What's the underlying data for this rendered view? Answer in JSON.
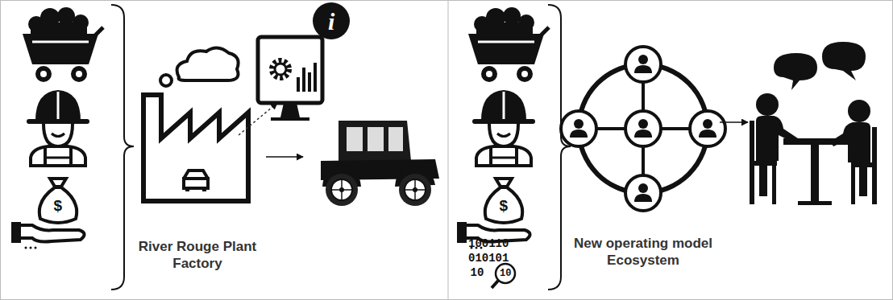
{
  "diagram": {
    "nodes": [
      {
        "text": [
          "River Rouge Plant Factory"
        ]
      },
      {
        "text": [
          "New operating model Ecosystem"
        ]
      }
    ],
    "labels": [
      "$",
      "i",
      "$",
      "100110",
      "010101",
      "10",
      "10"
    ]
  }
}
